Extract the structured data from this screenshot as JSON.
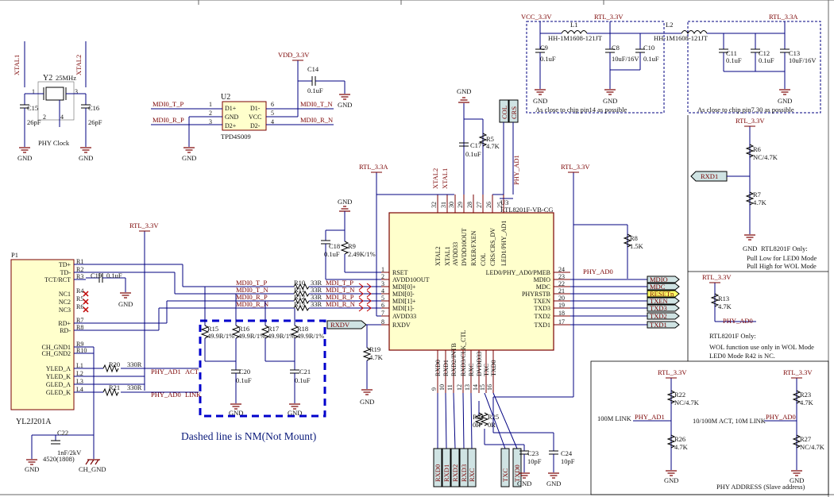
{
  "crystal": {
    "ref": "Y2",
    "freq": "25MHz",
    "pin1": "1",
    "pin3": "3",
    "pin2": "2",
    "pin4": "4",
    "net1": "XTAL1",
    "net2": "XTAL2",
    "c15": "C15",
    "c15v": "26pF",
    "c16": "C16",
    "c16v": "26pF",
    "title": "PHY Clock",
    "gnd": "GND"
  },
  "u2": {
    "ref": "U2",
    "part": "TPD4S009",
    "pins_left": [
      {
        "num": "1",
        "name": "D1+"
      },
      {
        "num": "2",
        "name": "GND"
      },
      {
        "num": "3",
        "name": "D2+"
      }
    ],
    "pins_right": [
      {
        "num": "6",
        "name": "D1-"
      },
      {
        "num": "5",
        "name": "VCC"
      },
      {
        "num": "4",
        "name": "D2-"
      }
    ],
    "net_tp": "MDI0_T_P",
    "net_rp": "MDI0_R_P",
    "net_tn": "MDI0_T_N",
    "net_rn": "MDI0_R_N",
    "vdd": "VDD_3.3V",
    "c14": "C14",
    "c14v": "0.1uF",
    "gnd": "GND"
  },
  "power": {
    "vcc": "VCC_3.3V",
    "rtl": "RTL_3.3V",
    "rtla": "RTL_3.3A",
    "l1": "L1",
    "l1p": "HH-1M1608-121JT",
    "l2": "L2",
    "l2p": "HH-1M1608-121JT",
    "c9": "C9",
    "c9v": "0.1uF",
    "c8": "C8",
    "c8v": "10uF/16V",
    "c10": "C10",
    "c10v": "0.1uF",
    "c11": "C11",
    "c11v": "0.1uF",
    "c12": "C12",
    "c12v": "0.1uF",
    "c13": "C13",
    "c13v": "10uF/16V",
    "note1": "As close to chip pin14 as possible",
    "note2": "As close to chip pin7,30 as possible",
    "gnd": "GND"
  },
  "u3": {
    "ref": "U3",
    "part": "RTL8201F-VB-CG",
    "left_pins": [
      {
        "num": "1",
        "name": "RSET"
      },
      {
        "num": "2",
        "name": "AVDD10OUT"
      },
      {
        "num": "3",
        "name": "MDI[0]+"
      },
      {
        "num": "4",
        "name": "MDI[0]-"
      },
      {
        "num": "5",
        "name": "MDI[1]+"
      },
      {
        "num": "6",
        "name": "MDI[1]-"
      },
      {
        "num": "7",
        "name": "AVDD33"
      },
      {
        "num": "8",
        "name": "RXDV"
      }
    ],
    "right_pins": [
      {
        "num": "24",
        "name": "LED0/PHY_AD0/PMEB"
      },
      {
        "num": "23",
        "name": "MDIO"
      },
      {
        "num": "22",
        "name": "MDC"
      },
      {
        "num": "21",
        "name": "PHYRSTB"
      },
      {
        "num": "20",
        "name": "TXEN"
      },
      {
        "num": "19",
        "name": "TXD3"
      },
      {
        "num": "18",
        "name": "TXD2"
      },
      {
        "num": "17",
        "name": "TXD1"
      }
    ],
    "top_pins": [
      {
        "num": "32",
        "name": "XTAL2"
      },
      {
        "num": "31",
        "name": "XTAL1"
      },
      {
        "num": "30",
        "name": "AVDD33"
      },
      {
        "num": "29",
        "name": "DVDD10OUT"
      },
      {
        "num": "28",
        "name": "RXER/FXEN"
      },
      {
        "num": "27",
        "name": "COL"
      },
      {
        "num": "26",
        "name": "CRS/CRS_DV"
      },
      {
        "num": "25",
        "name": "LED1/PHY_AD1"
      }
    ],
    "bottom_pins": [
      {
        "num": "9",
        "name": "RXD0"
      },
      {
        "num": "10",
        "name": "RXD1"
      },
      {
        "num": "11",
        "name": "RXD2/INTB"
      },
      {
        "num": "12",
        "name": "RXD3/CLK_CTL"
      },
      {
        "num": "13",
        "name": "RXC"
      },
      {
        "num": "14",
        "name": "DVDD33"
      },
      {
        "num": "15",
        "name": "TXC"
      },
      {
        "num": "16",
        "name": "TXD0"
      }
    ]
  },
  "top_nets": {
    "xtal2": "XTAL2",
    "xtal1": "XTAL1",
    "col": "COL",
    "crs": "CRS",
    "phyad1": "PHY_AD1",
    "r5": "R5",
    "r5v": "4.7K",
    "c17": "C17",
    "c17v": "0.1uF",
    "gnd": "GND",
    "rtla": "RTL_3.3A",
    "rtl": "RTL_3.3V"
  },
  "right_nets": {
    "phyad0": "PHY_AD0",
    "r8": "R8",
    "r8v": "1.5K",
    "labels": [
      "MDIO",
      "MDC",
      "RESETn",
      "TXEN",
      "TXD3",
      "TXD2",
      "TXD1"
    ]
  },
  "left_side": {
    "c18": "C18",
    "c18v": "0.1uF",
    "r9": "R9",
    "r9v": "2.49K/1%",
    "gnd": "GND",
    "r10": "R10",
    "r11": "R11",
    "r12": "R12",
    "r13": "R13",
    "rv": "33R",
    "mdi_tp": "MDI_T_P",
    "mdi_tn": "MDI_T_N",
    "mdi_rp": "MDI_R_P",
    "mdi_rn": "MDI_R_N",
    "mdi0_tp": "MDI0_T_P",
    "mdi0_tn": "MDI0_T_N",
    "mdi0_rp": "MDI0_R_P",
    "mdi0_rn": "MDI0_R_N",
    "rxdv": "RXDV",
    "r19": "R19",
    "r19v": "4.7K"
  },
  "nm_block": {
    "r15": "R15",
    "r16": "R16",
    "r17": "R17",
    "r18": "R18",
    "rv": "49.9R/1%",
    "c20": "C20",
    "c20v": "0.1uF",
    "c21": "C21",
    "c21v": "0.1uF",
    "gnd": "GND",
    "note": "Dashed line is NM(Not Mount)"
  },
  "p1": {
    "ref": "P1",
    "part": "YL2J201A",
    "rtl": "RTL_3.3V",
    "pins": [
      "TD+",
      "TD-",
      "TCT/RCT",
      "NC1",
      "NC2",
      "NC3",
      "RD+",
      "RD-",
      "CH_GND1",
      "CH_GND2",
      "YLED_A",
      "YLED_K",
      "GLED_A",
      "GLED_K"
    ],
    "pin_refs": [
      "R1",
      "R2",
      "R3",
      "R4",
      "R5",
      "R6",
      "R7",
      "R8",
      "R9",
      "R10",
      "L1",
      "L2",
      "L3",
      "L4"
    ],
    "c19": "C19",
    "c19v": "0.1uF",
    "r20": "R20",
    "r20v": "330R",
    "r21": "R21",
    "r21v": "330R",
    "act": "ACT",
    "link": "LINK",
    "phyad1": "PHY_AD1",
    "phyad0": "PHY_AD0",
    "c22": "C22",
    "c22v": "1nF/2kV",
    "c22p": "4520(1808)",
    "gnd": "GND",
    "chgnd": "CH_GND"
  },
  "bottom_nets": {
    "labels": [
      "RXD0",
      "RXD1",
      "RXD2",
      "RXD3",
      "RXC",
      "TXC",
      "TXD0"
    ],
    "r24": "R24",
    "r24v": "0R",
    "r25": "R25",
    "r25v": "0R",
    "c23": "C23",
    "c23v": "10pF",
    "c24": "C24",
    "c24v": "10pF",
    "gnd": "GND"
  },
  "right_panel": {
    "rtl": "RTL_3.3V",
    "r6": "R6",
    "r6v": "NC/4.7K",
    "r7": "R7",
    "r7v": "4.7K",
    "rxd1": "RXD1",
    "gnd": "GND",
    "note1": "RTL8201F Only:",
    "note2": "Pull Low for LED0 Mode",
    "note3": "Pull High for WOL Mode",
    "r13": "R13",
    "r13v": "4.7K",
    "phyad0": "PHY_AD0",
    "note4": "RTL8201F Only:",
    "note5": "WOL function use only in WOL Mode",
    "note6": "LED0 Mode R42 is NC."
  },
  "phy_addr": {
    "rtl": "RTL_3.3V",
    "r22": "R22",
    "r22v": "NC/4.7K",
    "r26": "R26",
    "r26v": "4.7K",
    "r23": "R23",
    "r23v": "4.7K",
    "r27": "R27",
    "r27v": "NC/4.7K",
    "link100": "100M LINK",
    "phyad1": "PHY_AD1",
    "act": "10/100M ACT, 10M LINK",
    "phyad0": "PHY_AD0",
    "gnd": "GND",
    "title": "PHY ADDRESS (Slave address)"
  }
}
